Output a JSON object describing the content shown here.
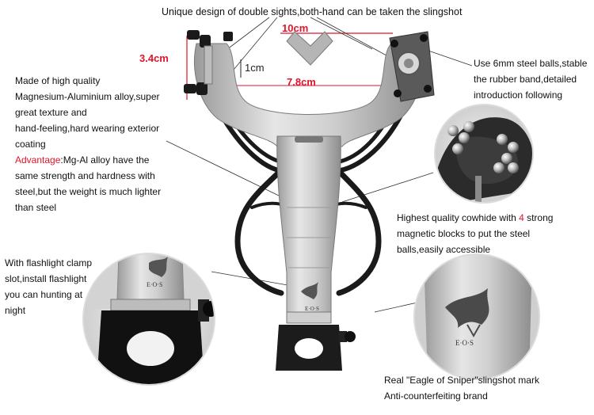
{
  "title": "Unique design of double sights,both-hand can be taken the slingshot",
  "dimensions": {
    "height_34": "3.4cm",
    "width_10": "10cm",
    "width_78": "7.8cm",
    "gap_1": "1cm"
  },
  "callouts": {
    "material": {
      "l1": "Made of high quality",
      "l2": "Magnesium-Aluminium alloy,super",
      "l3": "great texture and",
      "l4": "hand-feeling,hard wearing exterior",
      "l5": "coating",
      "advantage_label": "Advantage",
      "advantage_rest": ":Mg-Al alloy have the",
      "l7": "same strength and hardness with",
      "l8": "steel,but the weight is much lighter",
      "l9": "than steel"
    },
    "balls": {
      "l1": "Use 6mm steel balls,stable",
      "l2": "the rubber band,detailed",
      "l3": "introduction following"
    },
    "cowhide": {
      "l1_a": "Highest quality cowhide with ",
      "l1_num": "4",
      "l1_b": " strong",
      "l2": "magnetic blocks to put the steel",
      "l3": "balls,easily accessible"
    },
    "flashlight": {
      "l1": "With flashlight clamp",
      "l2": "slot,install flashlight",
      "l3": "you can hunting at",
      "l4": "night"
    },
    "mark": {
      "l1": "Real \"Eagle of Sniper\"slingshot mark",
      "l2": "Anti-counterfeiting brand"
    }
  },
  "brand": "E·O·S",
  "colors": {
    "accent": "#e0142a",
    "metal": "#c9c9c9",
    "rubber": "#1a1a1a"
  }
}
